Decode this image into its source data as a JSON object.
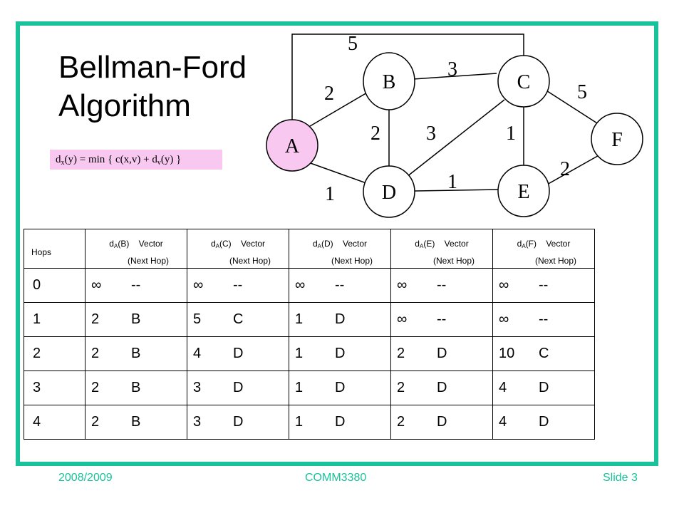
{
  "title_line1": "Bellman-Ford",
  "title_line2": "Algorithm",
  "formula": {
    "d": "d",
    "sub_x": "x",
    "mid": "(y) = min { c(x,v) + d",
    "sub_v": "v",
    "end": "(y) }"
  },
  "graph": {
    "nodes": [
      "A",
      "B",
      "C",
      "D",
      "E",
      "F"
    ],
    "edge_weights": {
      "A-C": "5",
      "B-C": "3",
      "A-B": "2",
      "C-F": "5",
      "B-D": "2",
      "D-C": "3",
      "C-E": "1",
      "E-F": "2",
      "D-E": "1",
      "A-D": "1"
    },
    "colors": {
      "source_node_fill": "#f8c8f0",
      "frame": "#19c29b"
    }
  },
  "table": {
    "hops_header": "Hops",
    "headers": [
      {
        "d": "d",
        "sub": "A",
        "node": "(B)",
        "word": "Vector",
        "next": "(Next Hop)"
      },
      {
        "d": "d",
        "sub": "A",
        "node": "(C)",
        "word": "Vector",
        "next": "(Next Hop)"
      },
      {
        "d": "d",
        "sub": "A",
        "node": "(D)",
        "word": "Vector",
        "next": "(Next Hop)"
      },
      {
        "d": "d",
        "sub": "A",
        "node": "(E)",
        "word": "Vector",
        "next": "(Next Hop)"
      },
      {
        "d": "d",
        "sub": "A",
        "node": "(F)",
        "word": "Vector",
        "next": "(Next Hop)"
      }
    ],
    "rows": [
      {
        "hop": "0",
        "cells": [
          [
            "∞",
            "--"
          ],
          [
            "∞",
            "--"
          ],
          [
            "∞",
            "--"
          ],
          [
            "∞",
            "--"
          ],
          [
            "∞",
            "--"
          ]
        ]
      },
      {
        "hop": "1",
        "cells": [
          [
            "2",
            "B"
          ],
          [
            "5",
            "C"
          ],
          [
            "1",
            "D"
          ],
          [
            "∞",
            "--"
          ],
          [
            "∞",
            "--"
          ]
        ]
      },
      {
        "hop": "2",
        "cells": [
          [
            "2",
            "B"
          ],
          [
            "4",
            "D"
          ],
          [
            "1",
            "D"
          ],
          [
            "2",
            "D"
          ],
          [
            "10",
            "C"
          ]
        ]
      },
      {
        "hop": "3",
        "cells": [
          [
            "2",
            "B"
          ],
          [
            "3",
            "D"
          ],
          [
            "1",
            "D"
          ],
          [
            "2",
            "D"
          ],
          [
            "4",
            "D"
          ]
        ]
      },
      {
        "hop": "4",
        "cells": [
          [
            "2",
            "B"
          ],
          [
            "3",
            "D"
          ],
          [
            "1",
            "D"
          ],
          [
            "2",
            "D"
          ],
          [
            "4",
            "D"
          ]
        ]
      }
    ]
  },
  "footer": {
    "left": "2008/2009",
    "center": "COMM3380",
    "right": "Slide 3"
  }
}
